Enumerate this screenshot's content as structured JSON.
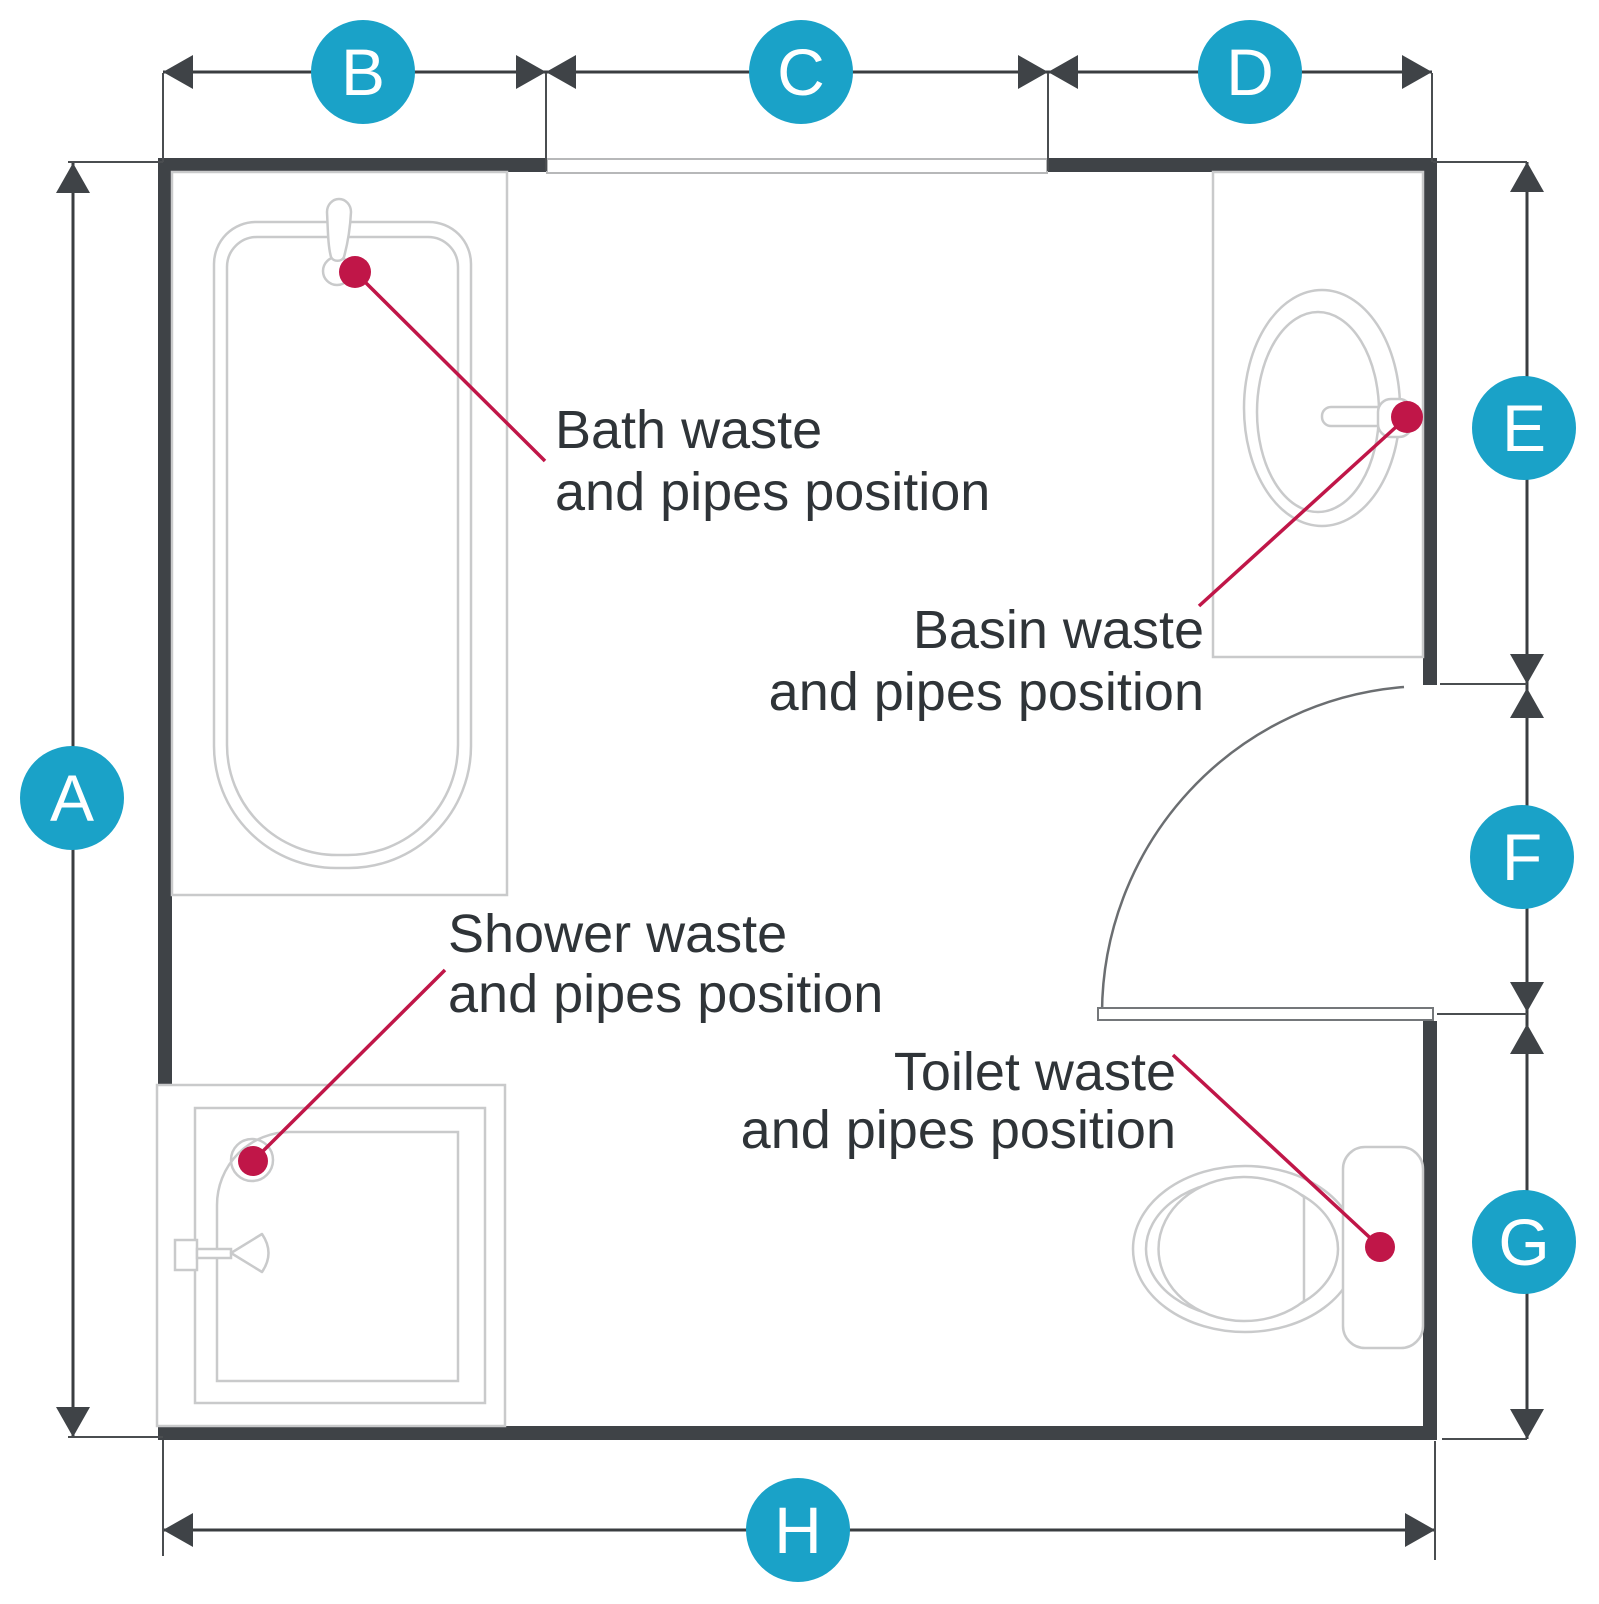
{
  "colors": {
    "accent_teal": "#1aa2c8",
    "marker_red": "#c01648",
    "wall_dark": "#3f4347",
    "fixture_outline": "#c9cacb",
    "text_dark": "#2f3438"
  },
  "dimension_labels": {
    "a": "A",
    "b": "B",
    "c": "C",
    "d": "D",
    "e": "E",
    "f": "F",
    "g": "G",
    "h": "H"
  },
  "annotations": {
    "bath": {
      "line1": "Bath waste",
      "line2": "and pipes position"
    },
    "basin": {
      "line1": "Basin waste",
      "line2": "and pipes position"
    },
    "shower": {
      "line1": "Shower waste",
      "line2": "and pipes position"
    },
    "toilet": {
      "line1": "Toilet waste",
      "line2": "and pipes position"
    }
  }
}
